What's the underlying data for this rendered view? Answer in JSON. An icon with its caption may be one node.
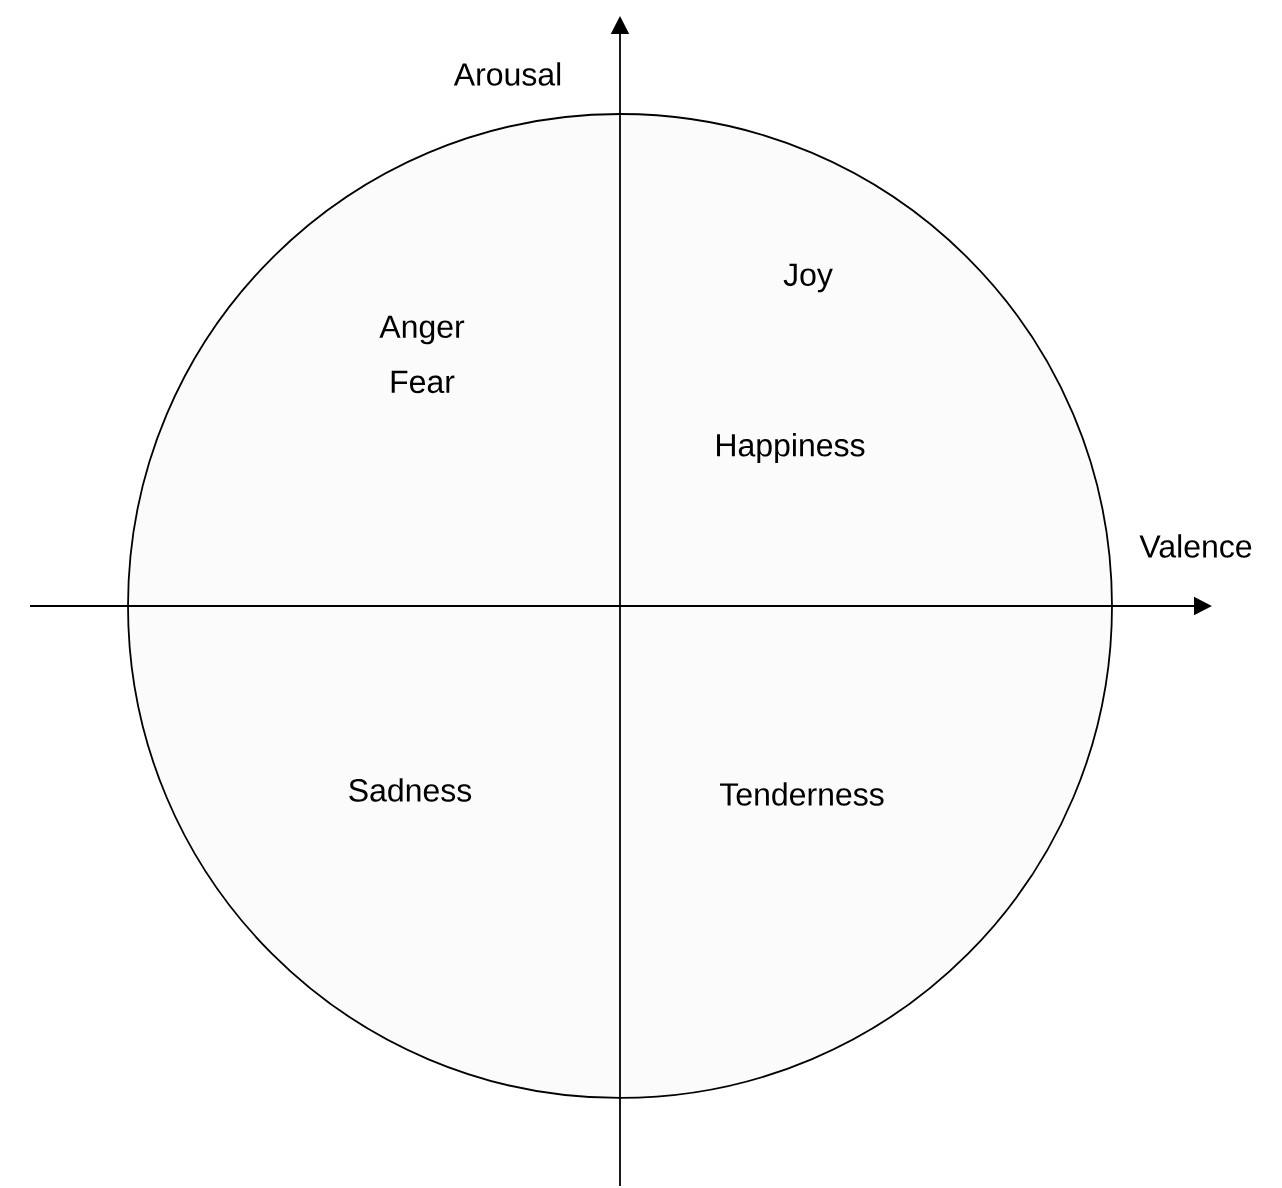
{
  "diagram": {
    "nodes": [
      {
        "text": [
          "Joy",
          "Anger",
          "Fear",
          "Happiness",
          "Sadness",
          "Tenderness"
        ]
      }
    ],
    "edges": [],
    "labels": [
      "Arousal",
      "Valence"
    ]
  }
}
